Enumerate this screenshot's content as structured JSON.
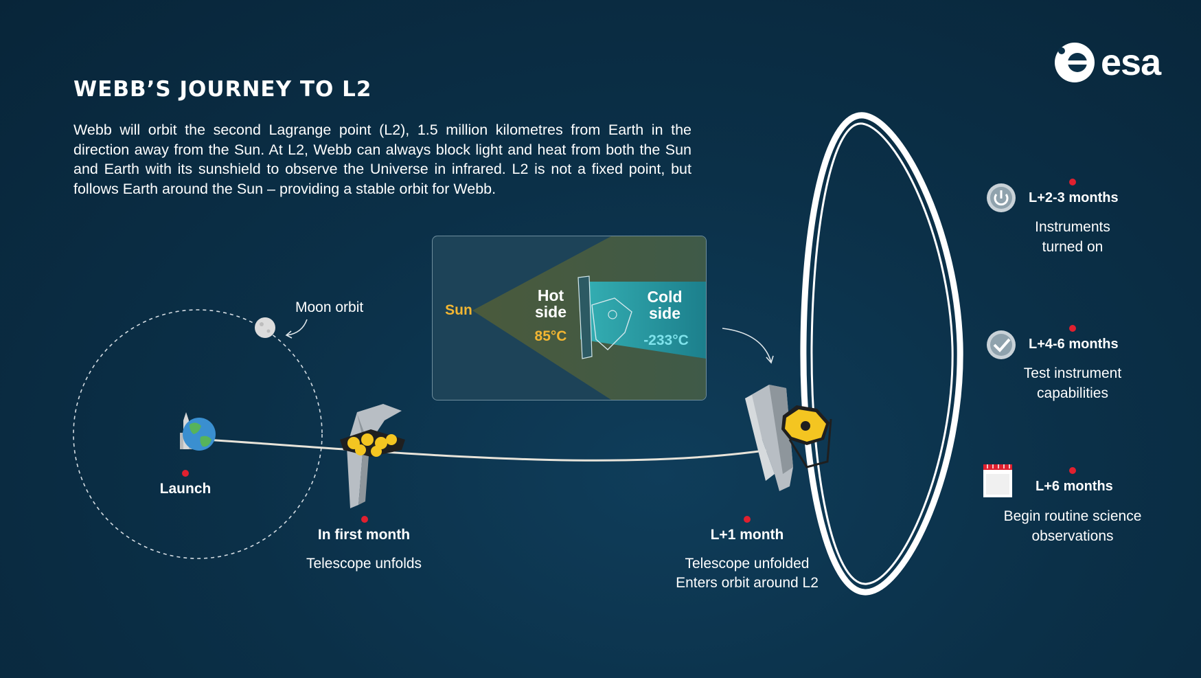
{
  "header": {
    "title": "WEBB’S JOURNEY TO L2",
    "description": "Webb will orbit the second Lagrange point (L2), 1.5 million kilometres from Earth in the direction away from the Sun. At L2, Webb can always block light and heat from both the Sun and Earth with its sunshield to observe the Universe in infrared. L2 is not a fixed point, but follows Earth around the Sun – providing a stable orbit for Webb."
  },
  "logo": {
    "text": "esa"
  },
  "diagram": {
    "moon_orbit_label": "Moon orbit",
    "launch_label": "Launch",
    "first_month": {
      "title": "In first month",
      "desc": "Telescope unfolds"
    },
    "l1_month": {
      "title": "L+1 month",
      "desc_line1": "Telescope unfolded",
      "desc_line2": "Enters orbit around L2"
    }
  },
  "inset": {
    "sun_label": "Sun",
    "hot_line1": "Hot",
    "hot_line2": "side",
    "hot_temp": "85°C",
    "cold_line1": "Cold",
    "cold_line2": "side",
    "cold_temp": "-233°C"
  },
  "milestones": [
    {
      "icon": "power-icon",
      "title": "L+2-3 months",
      "desc_line1": "Instruments",
      "desc_line2": "turned on"
    },
    {
      "icon": "checkmark-icon",
      "title": "L+4-6 months",
      "desc_line1": "Test instrument",
      "desc_line2": "capabilities"
    },
    {
      "icon": "calendar-icon",
      "title": "L+6 months",
      "desc_line1": "Begin routine science",
      "desc_line2": "observations"
    }
  ],
  "colors": {
    "background": "#0b3048",
    "accent_red": "#e0202f",
    "sun_yellow": "#f2b632",
    "cold_cyan": "#7fe3ec",
    "mirror_gold": "#f4c521"
  }
}
